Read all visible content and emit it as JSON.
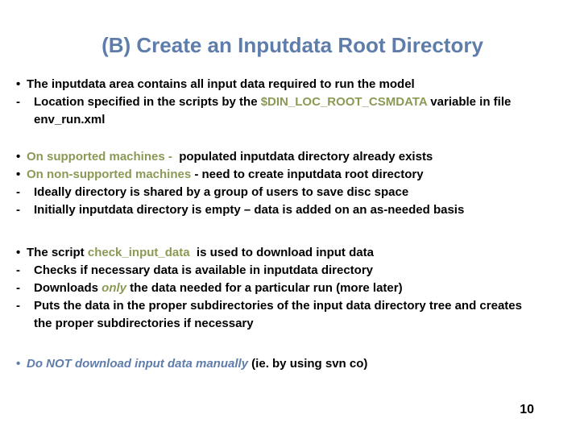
{
  "title": {
    "text": "(B) Create an Inputdata Root Directory"
  },
  "colors": {
    "accent_blue": "#5f7dab",
    "accent_olive": "#8a9a55",
    "body": "#000000",
    "background": "#ffffff"
  },
  "markers": {
    "bullet": "•",
    "dash": "-"
  },
  "blocks": {
    "b1": {
      "l1": {
        "marker": "•",
        "t1": "The inputdata area contains all input data required to run the model"
      },
      "l2": {
        "marker": "-",
        "t1": "Location specified in the scripts by the ",
        "t2": "$DIN_LOC_ROOT_CSMDATA",
        "t3": " variable in file\nenv_run.xml"
      }
    },
    "b2": {
      "l1": {
        "marker": "•",
        "t1": "On supported machines - ",
        "t2": " populated inputdata directory already exists"
      },
      "l2": {
        "marker": "•",
        "t1": "On non-supported machines",
        "t2": " - need to create inputdata root directory"
      },
      "l3": {
        "marker": "-",
        "t1": "Ideally directory is shared by a group of users to save disc space"
      },
      "l4": {
        "marker": "-",
        "t1": "Initially inputdata directory is empty – data is added on an as-needed basis"
      }
    },
    "b3": {
      "l1": {
        "marker": "•",
        "t1": "The script ",
        "t2": "check_input_data",
        "t3": "  is used to download input data"
      },
      "l2": {
        "marker": "-",
        "t1": "Checks if necessary data is available in inputdata directory"
      },
      "l3": {
        "marker": "-",
        "t1": "Downloads ",
        "t2": "only",
        "t3": " the data needed for a particular run (more later)"
      },
      "l4": {
        "marker": "-",
        "t1": "Puts the data in the proper subdirectories of the input data directory tree and creates\nthe proper subdirectories if necessary"
      }
    },
    "b4": {
      "l1": {
        "marker": "•",
        "t1": "Do NOT download input data manually",
        "t2": " (ie. by using svn co)"
      }
    }
  },
  "page_number": "10"
}
